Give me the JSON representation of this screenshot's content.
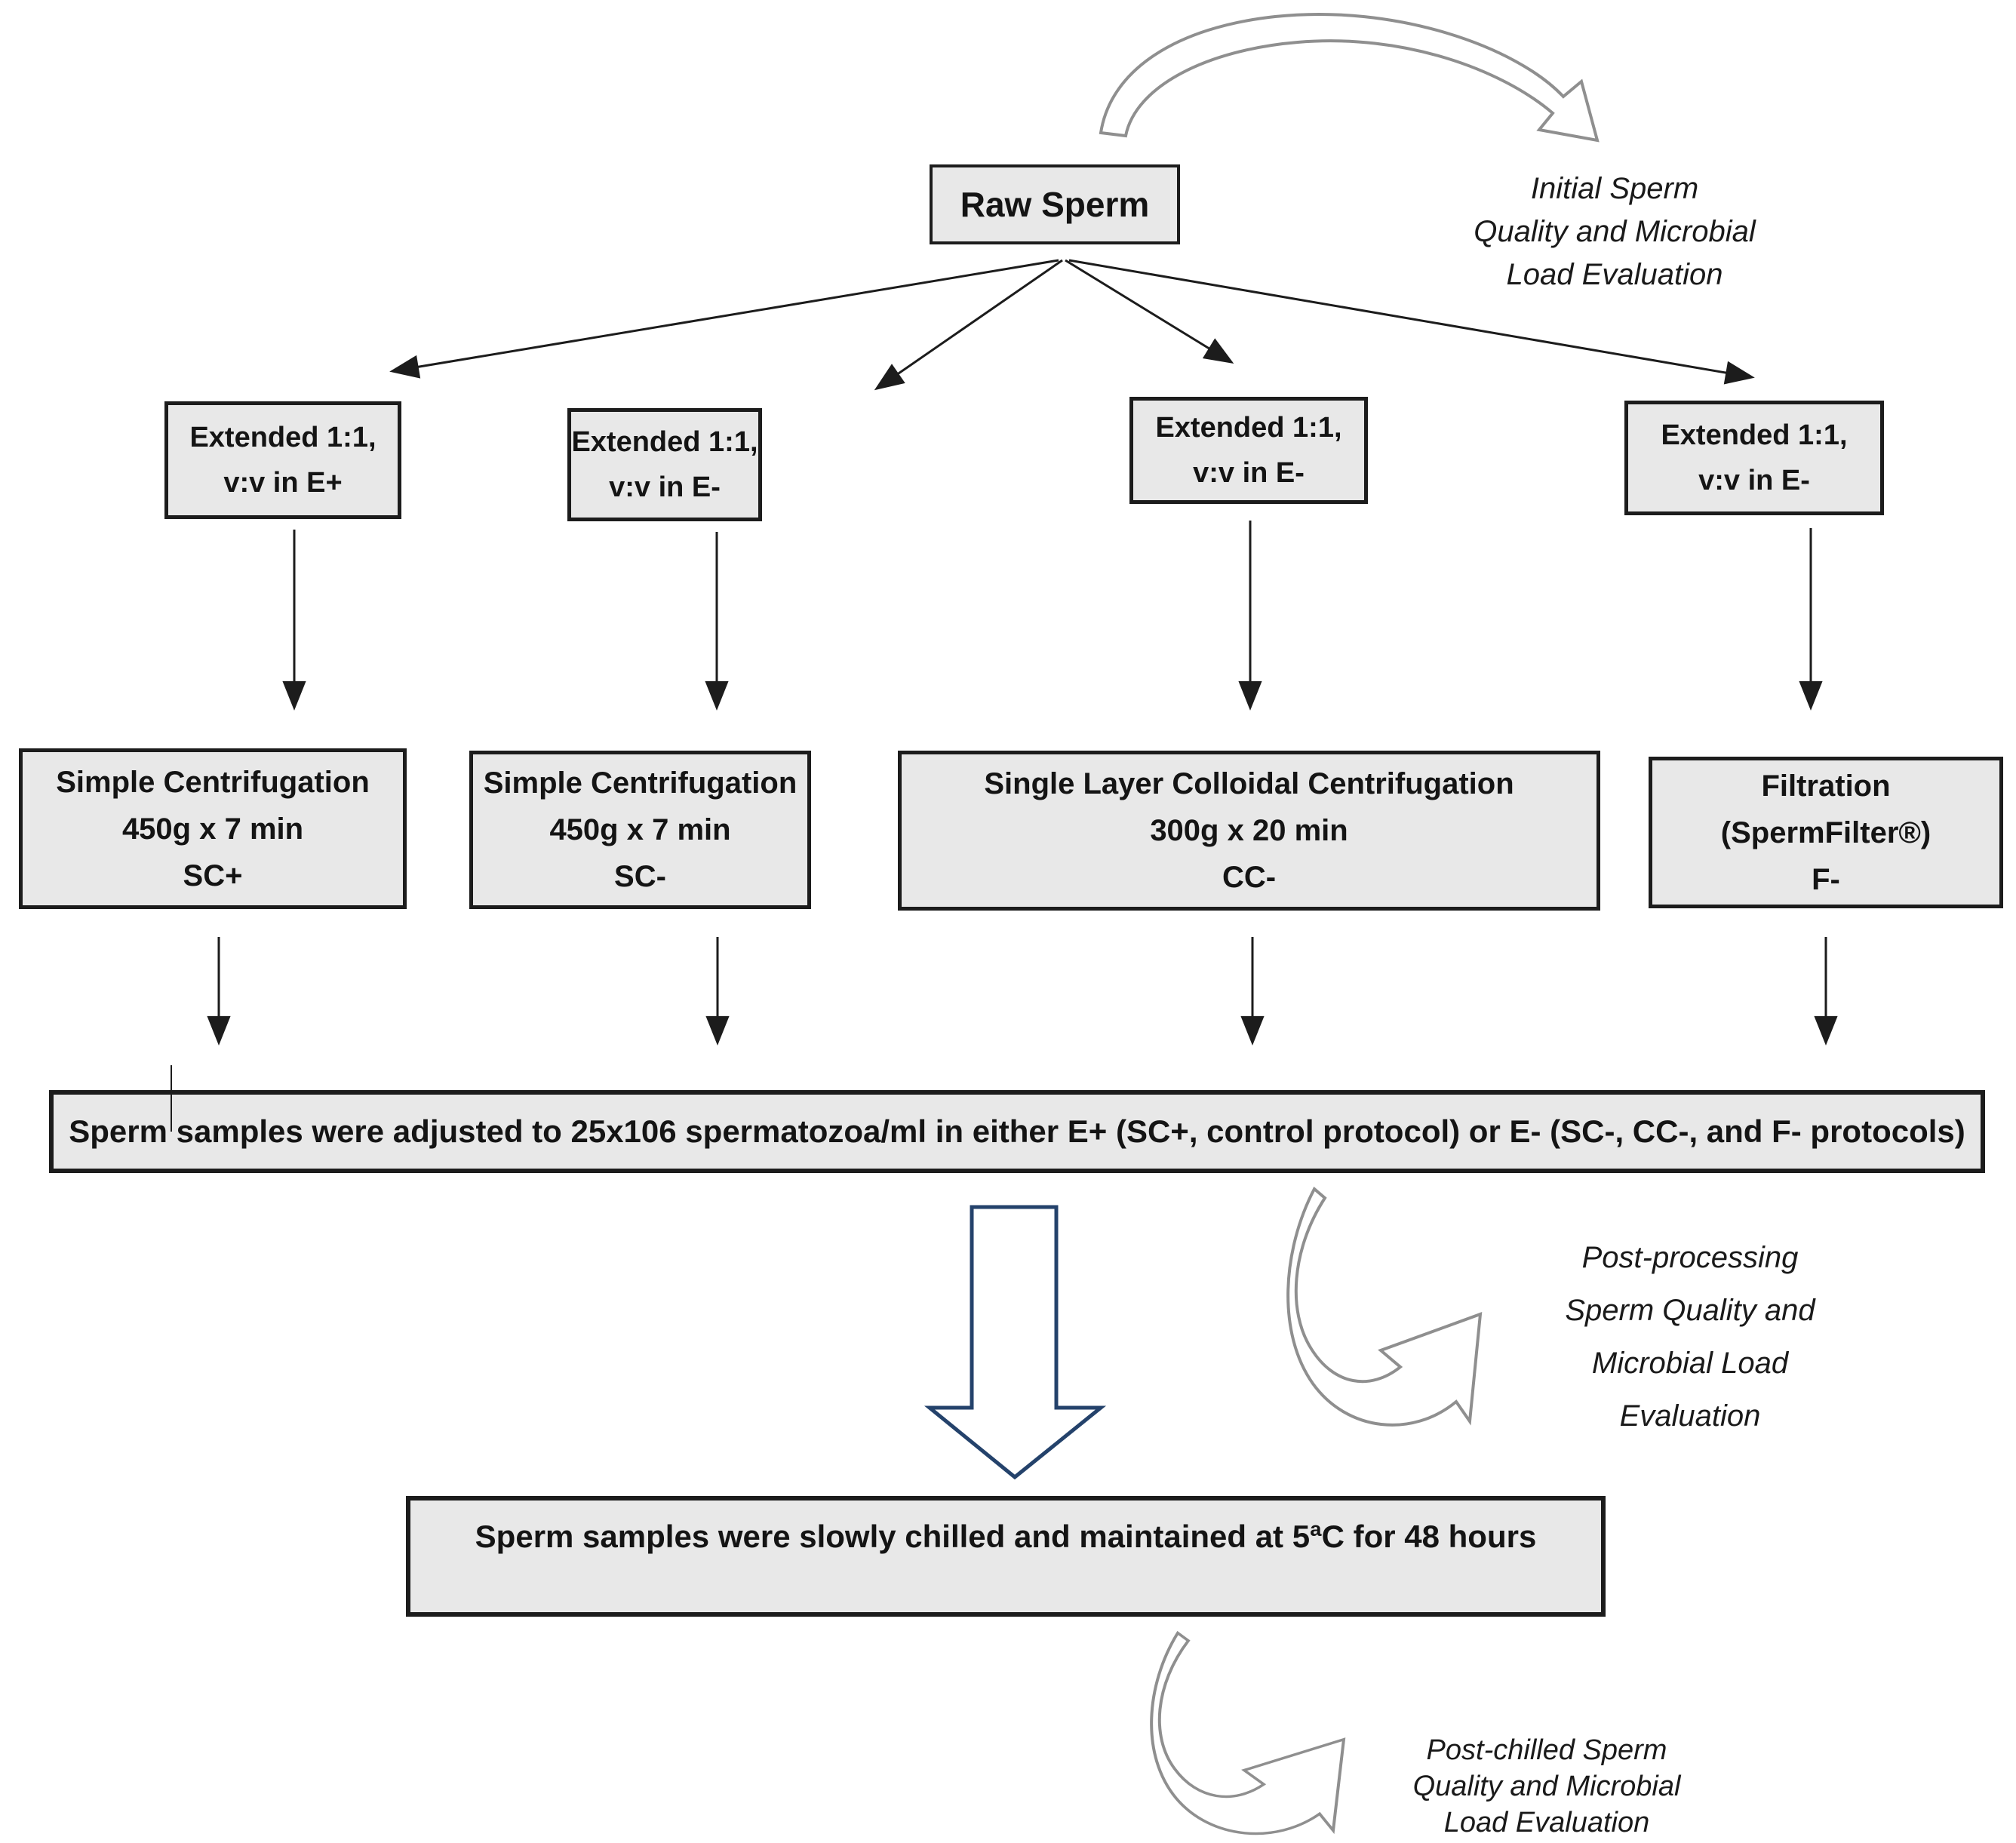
{
  "diagram": {
    "description": "Sperm processing protocol flowchart"
  },
  "colors": {
    "box_fill": "#e8e8e8",
    "box_border": "#1c1c1c",
    "straight_arrow": "#1c1c1c",
    "curved_arrow": "#8f8f8f",
    "block_arrow": "#24426b",
    "white": "#ffffff"
  },
  "nodes": {
    "raw_sperm": {
      "label": "Raw Sperm"
    },
    "extended_plus": {
      "lines": [
        "Extended 1:1,",
        "v:v in E+"
      ]
    },
    "extended_minus_1": {
      "lines": [
        "Extended 1:1,",
        "v:v in E-"
      ]
    },
    "extended_minus_2": {
      "lines": [
        "Extended 1:1,",
        "v:v in E-"
      ]
    },
    "extended_minus_3": {
      "lines": [
        "Extended 1:1,",
        "v:v in E-"
      ]
    },
    "sc_plus": {
      "lines": [
        "Simple Centrifugation",
        "450g x 7 min",
        "SC+"
      ]
    },
    "sc_minus": {
      "lines": [
        "Simple Centrifugation",
        "450g x 7 min",
        "SC-"
      ]
    },
    "cc_minus": {
      "lines": [
        "Single Layer Colloidal Centrifugation",
        "300g x 20 min",
        "CC-"
      ]
    },
    "filtration": {
      "lines": [
        "Filtration",
        "(SpermFilter®)",
        "F-"
      ]
    },
    "adjustment": {
      "label": "Sperm samples were adjusted to 25x106 spermatozoa/ml in either E+ (SC+, control protocol) or E- (SC-, CC-, and F- protocols)"
    },
    "chilled": {
      "label": "Sperm samples were slowly chilled and maintained at 5ªC for 48 hours"
    }
  },
  "annotations": {
    "initial": {
      "lines": [
        "Initial Sperm",
        "Quality and Microbial",
        "Load Evaluation"
      ]
    },
    "post_processing": {
      "lines": [
        "Post-processing",
        "Sperm Quality and",
        "Microbial Load",
        "Evaluation"
      ]
    },
    "post_chilled": {
      "lines": [
        "Post-chilled Sperm",
        "Quality and Microbial",
        "Load Evaluation"
      ]
    }
  }
}
